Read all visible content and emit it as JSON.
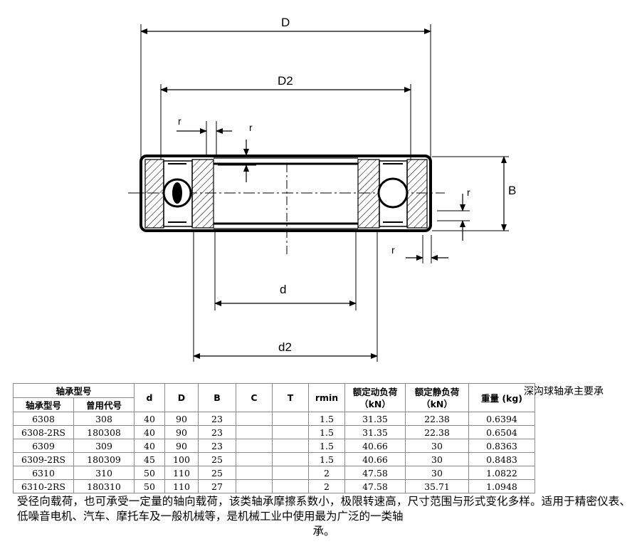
{
  "diagram": {
    "labels": {
      "D": "D",
      "D2": "D2",
      "d": "d",
      "d2": "d2",
      "B": "B",
      "r1": "r",
      "r2": "r",
      "r3": "r",
      "r4": "r"
    }
  },
  "side_title": "深沟球轴承主要承",
  "table": {
    "group_header": "轴承型号",
    "sub_headers": [
      "轴承型号",
      "曾用代号"
    ],
    "headers": [
      "d",
      "D",
      "B",
      "C",
      "T",
      "rmin",
      "额定动负荷（kN）",
      "额定静负荷（kN）",
      "重量 (kg)"
    ],
    "rows": [
      [
        "6308",
        "308",
        "40",
        "90",
        "23",
        "",
        "",
        "1.5",
        "31.35",
        "22.38",
        "0.6394"
      ],
      [
        "6308-2RS",
        "180308",
        "40",
        "90",
        "23",
        "",
        "",
        "1.5",
        "31.35",
        "22.38",
        "0.6504"
      ],
      [
        "6309",
        "309",
        "40",
        "90",
        "23",
        "",
        "",
        "1.5",
        "40.66",
        "30",
        "0.8363"
      ],
      [
        "6309-2RS",
        "180309",
        "45",
        "100",
        "25",
        "",
        "",
        "1.5",
        "40.66",
        "30",
        "0.8483"
      ],
      [
        "6310",
        "310",
        "50",
        "110",
        "25",
        "",
        "",
        "2",
        "47.58",
        "30",
        "1.0822"
      ],
      [
        "6310-2RS",
        "180310",
        "50",
        "110",
        "27",
        "",
        "",
        "2",
        "47.58",
        "35.71",
        "1.0948"
      ]
    ]
  },
  "description": {
    "line1": "受径向载荷，也可承受一定量的轴向载荷，该类轴承摩擦系数小，极限转速高，尺寸范围与形式变化多样。适用于精密仪表、低噪音电机、汽车、摩托车及一般机械等，是机械工业中使用最为广泛的一类轴",
    "line2": "承。"
  }
}
